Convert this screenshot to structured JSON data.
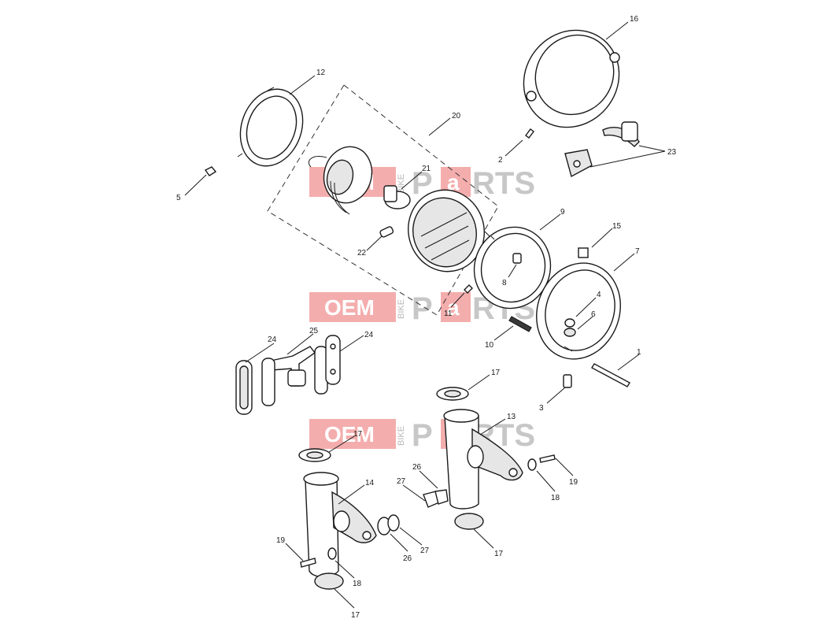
{
  "diagram": {
    "callouts": {
      "c1": "1",
      "c2": "2",
      "c3": "3",
      "c4": "4",
      "c5": "5",
      "c6": "6",
      "c7": "7",
      "c8": "8",
      "c9": "9",
      "c10": "10",
      "c11": "11",
      "c12": "12",
      "c13": "13",
      "c14": "14",
      "c15": "15",
      "c16": "16",
      "c17a": "17",
      "c17b": "17",
      "c17c": "17",
      "c17d": "17",
      "c18a": "18",
      "c18b": "18",
      "c19a": "19",
      "c19b": "19",
      "c20": "20",
      "c21": "21",
      "c22": "22",
      "c23": "23",
      "c24a": "24",
      "c24b": "24",
      "c25": "25",
      "c26a": "26",
      "c26b": "26",
      "c27a": "27",
      "c27b": "27"
    },
    "watermark": {
      "oem": "OEM",
      "bike": "BIKE",
      "parts_a": "P",
      "parts_b": "a",
      "parts_c": "RTS"
    },
    "colors": {
      "watermark_red": "#f08a8a",
      "watermark_grey": "#9a9a9a",
      "line": "#1a1a1a"
    }
  }
}
